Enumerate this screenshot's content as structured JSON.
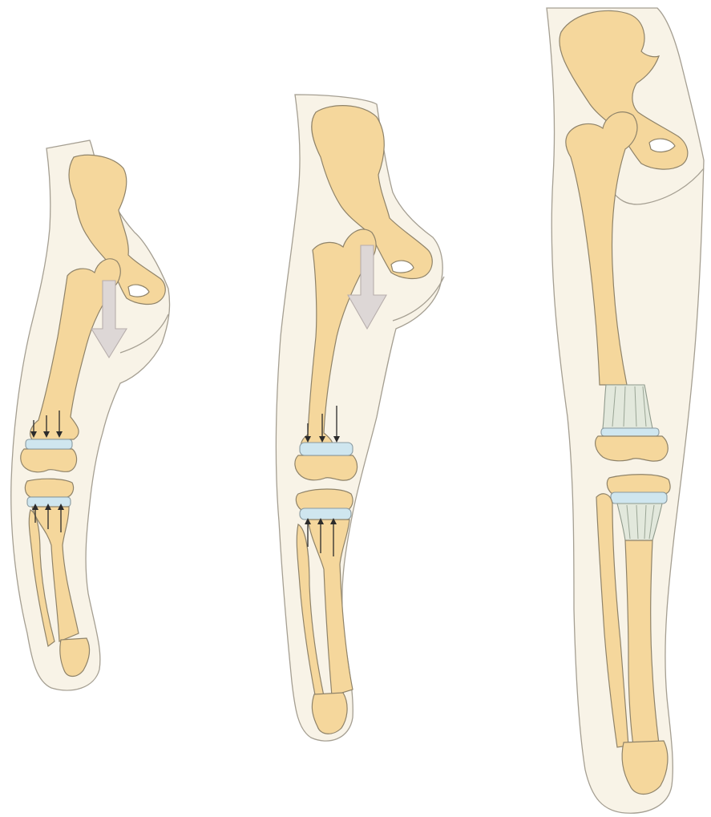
{
  "colors": {
    "background": "#ffffff",
    "skin": "#f8f3e7",
    "bone": "#f5d79c",
    "growth_plate": "#cfe6ef",
    "regenerate_bone": "#e2e8dc",
    "force_arrow": "#ddd7d6",
    "growth_arrows": "#2b2b2b"
  },
  "panels": [
    {
      "stage": 1,
      "growth_arrows": {
        "distal_femur": 3,
        "proximal_tibia": 3
      },
      "force_arrow": true
    },
    {
      "stage": 2,
      "growth_arrows": {
        "distal_femur": 3,
        "proximal_tibia": 3
      },
      "force_arrow": true
    },
    {
      "stage": 3,
      "growth_arrows": {
        "distal_femur": 0,
        "proximal_tibia": 0
      },
      "force_arrow": false,
      "lengthened_segments": [
        "distal_femur",
        "proximal_tibia"
      ]
    }
  ]
}
